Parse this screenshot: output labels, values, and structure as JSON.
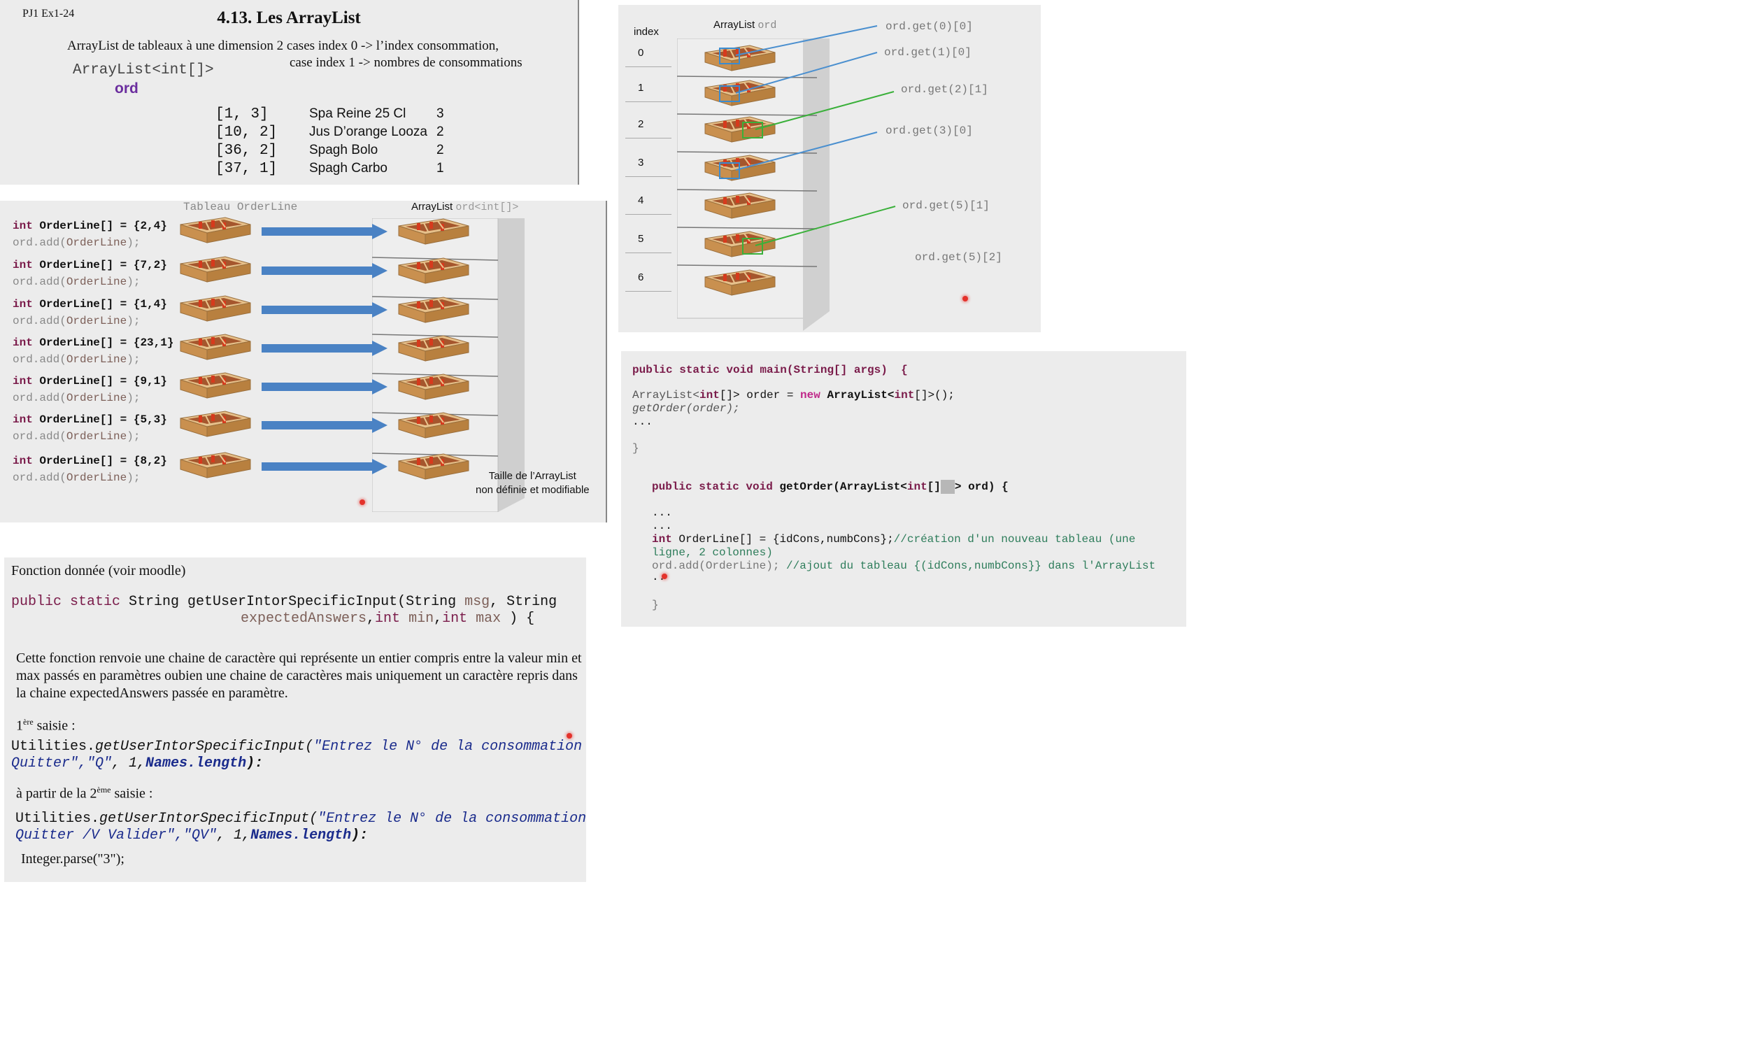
{
  "slide1": {
    "header": "PJ1 Ex1-24",
    "title": "4.13. Les ArrayList",
    "subtitle_line1": "ArrayList de tableaux à une dimension 2 cases index 0 -> l’index consommation,",
    "subtitle_line2": "case index 1 -> nombres de consommations",
    "type_label": "ArrayList<int[]>",
    "var_label": "ord",
    "rows": [
      {
        "array": "[1,  3]",
        "name": "Spa Reine 25 Cl",
        "count": "3"
      },
      {
        "array": "[10, 2]",
        "name": "Jus D’orange Looza",
        "count": "2"
      },
      {
        "array": "[36, 2]",
        "name": "Spagh Bolo",
        "count": "2"
      },
      {
        "array": "[37, 1]",
        "name": "Spagh Carbo",
        "count": "1"
      }
    ]
  },
  "slide2": {
    "caption_left": "Tableau OrderLine",
    "caption_right_a": "ArrayList",
    "caption_right_b": "ord<int[]>",
    "code": [
      {
        "decl_kw": "int",
        "decl_rest": "OrderLine[] = {2,4}",
        "add_a": "ord.add(",
        "add_b": "OrderLine",
        "add_c": ");"
      },
      {
        "decl_kw": "int",
        "decl_rest": "OrderLine[] = {7,2}",
        "add_a": "ord.add(",
        "add_b": "OrderLine",
        "add_c": ");"
      },
      {
        "decl_kw": "int",
        "decl_rest": "OrderLine[] = {1,4}",
        "add_a": "ord.add(",
        "add_b": "OrderLine",
        "add_c": ");"
      },
      {
        "decl_kw": "int",
        "decl_rest": "OrderLine[] = {23,1}",
        "add_a": "ord.add(",
        "add_b": "OrderLine",
        "add_c": ");"
      },
      {
        "decl_kw": "int",
        "decl_rest": "OrderLine[] = {9,1}",
        "add_a": "ord.add(",
        "add_b": "OrderLine",
        "add_c": ");"
      },
      {
        "decl_kw": "int",
        "decl_rest": "OrderLine[] = {5,3}",
        "add_a": "ord.add(",
        "add_b": "OrderLine",
        "add_c": ");"
      },
      {
        "decl_kw": "int",
        "decl_rest": "OrderLine[] = {8,2}",
        "add_a": "ord.add(",
        "add_b": "OrderLine",
        "add_c": ");"
      }
    ],
    "note_line1": "Taille de l’ArrayList",
    "note_line2": "non définie et modifiable"
  },
  "slide3": {
    "index_header": "index",
    "caption_a": "ArrayList",
    "caption_b": "ord",
    "indices": [
      "0",
      "1",
      "2",
      "3",
      "4",
      "5",
      "6"
    ],
    "labels": [
      "ord.get(0)[0]",
      "ord.get(1)[0]",
      "ord.get(2)[1]",
      "ord.get(3)[0]",
      "ord.get(5)[1]",
      "ord.get(5)[2]"
    ]
  },
  "slide4": {
    "l1": "public static void main(String[] args)  {",
    "l2a": "ArrayList<",
    "l2b": "int",
    "l2c": "[]> order = ",
    "l2d": "new",
    "l2e": " ArrayList<",
    "l2f": "int",
    "l2g": "[]>();",
    "l3": "getOrder(order);",
    "l4": "...",
    "l5": "}",
    "l6a": "public static void",
    "l6b": " getOrder(ArrayList<",
    "l6c": "int",
    "l6d": "[]",
    "l6e": "> ord) {",
    "l7": "...",
    "l8": "...",
    "l9a": "int",
    "l9b": " OrderLine[] = {idCons,numbCons};",
    "l9c": "//création d'un nouveau tableau (une",
    "l10": "ligne, 2 colonnes)",
    "l11a": "ord.add(OrderLine);",
    "l11b": " //ajout du tableau {(idCons,numbCons}} dans l'ArrayList",
    "l12": "..",
    "l13": "}"
  },
  "slide5": {
    "heading": "Fonction donnée (voir moodle)",
    "sig1a": "public static",
    "sig1b": " String getUserIntorSpecificInput(String ",
    "sig1c": "msg",
    "sig1d": ", String",
    "sig2a": "expectedAnswers",
    "sig2b": ",",
    "sig2c": "int",
    "sig2d": " ",
    "sig2e": "min",
    "sig2f": ",",
    "sig2g": "int",
    "sig2h": " ",
    "sig2i": "max",
    "sig2j": " ) {",
    "paragraph": "Cette fonction renvoie une chaine de caractère qui représente un entier compris entre la valeur min et max passés en paramètres oubien une chaine de caractères mais uniquement un caractère repris dans la chaine expectedAnswers passée en paramètre.",
    "first_a": "1",
    "first_sup": "ère",
    "first_b": " saisie :",
    "call1a": "Utilities.",
    "call1b": "getUserIntorSpecificInput(",
    "call1c": "\"Entrez le N° de la consommation /Q",
    "call1d": "Quitter\",\"Q\"",
    "call1e": ", 1,",
    "call1f": "Names.length",
    "call1g": "):",
    "second_a": "à partir de la 2",
    "second_sup": "ème",
    "second_b": " saisie :",
    "call2a": "Utilities.",
    "call2b": "getUserIntorSpecificInput(",
    "call2c": "\"Entrez le N° de la consommation /Q",
    "call2d": "Quitter /V Valider\",\"QV\"",
    "call2e": ", 1,",
    "call2f": "Names.length",
    "call2g": "):",
    "parse": "Integer.parse(\"3\");"
  },
  "colors": {
    "keyword": "#7a1b4a",
    "comment": "#2e7d5b",
    "blue_arrow": "#4a82c4",
    "green_line": "#3ab03a",
    "blue_line": "#4a8fcf",
    "drawer_wood": "#d4a56a",
    "cabinet": "#e4e4e4"
  }
}
